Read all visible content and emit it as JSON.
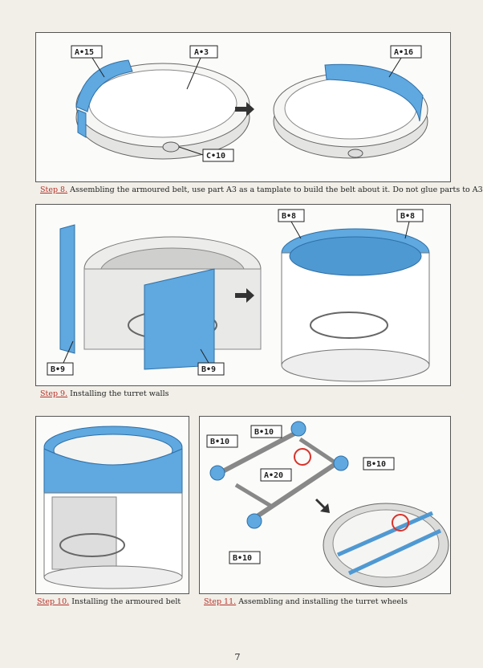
{
  "colors": {
    "part_blue": "#5fa8e0",
    "highlight_red": "#d8332a",
    "caption_red": "#b8322a"
  },
  "steps": [
    {
      "id": "step8",
      "step_label": "Step 8.",
      "caption": " Assembling the armoured belt, use part A3 as a tamplate to build the belt about it. Do not glue parts to A3",
      "labels": [
        "A•15",
        "A•3",
        "C•10",
        "A•16"
      ]
    },
    {
      "id": "step9",
      "step_label": "Step 9.",
      "caption": " Installing the turret walls",
      "labels": [
        "B•9",
        "B•9",
        "B•8",
        "B•8"
      ]
    },
    {
      "id": "step10",
      "step_label": "Step 10.",
      "caption": " Installing the armoured belt",
      "labels": []
    },
    {
      "id": "step11",
      "step_label": "Step 11.",
      "caption": " Assembling and installing the turret wheels",
      "labels": [
        "B•10",
        "B•10",
        "A•20",
        "B•10",
        "B•10"
      ]
    }
  ],
  "page_number": "7"
}
